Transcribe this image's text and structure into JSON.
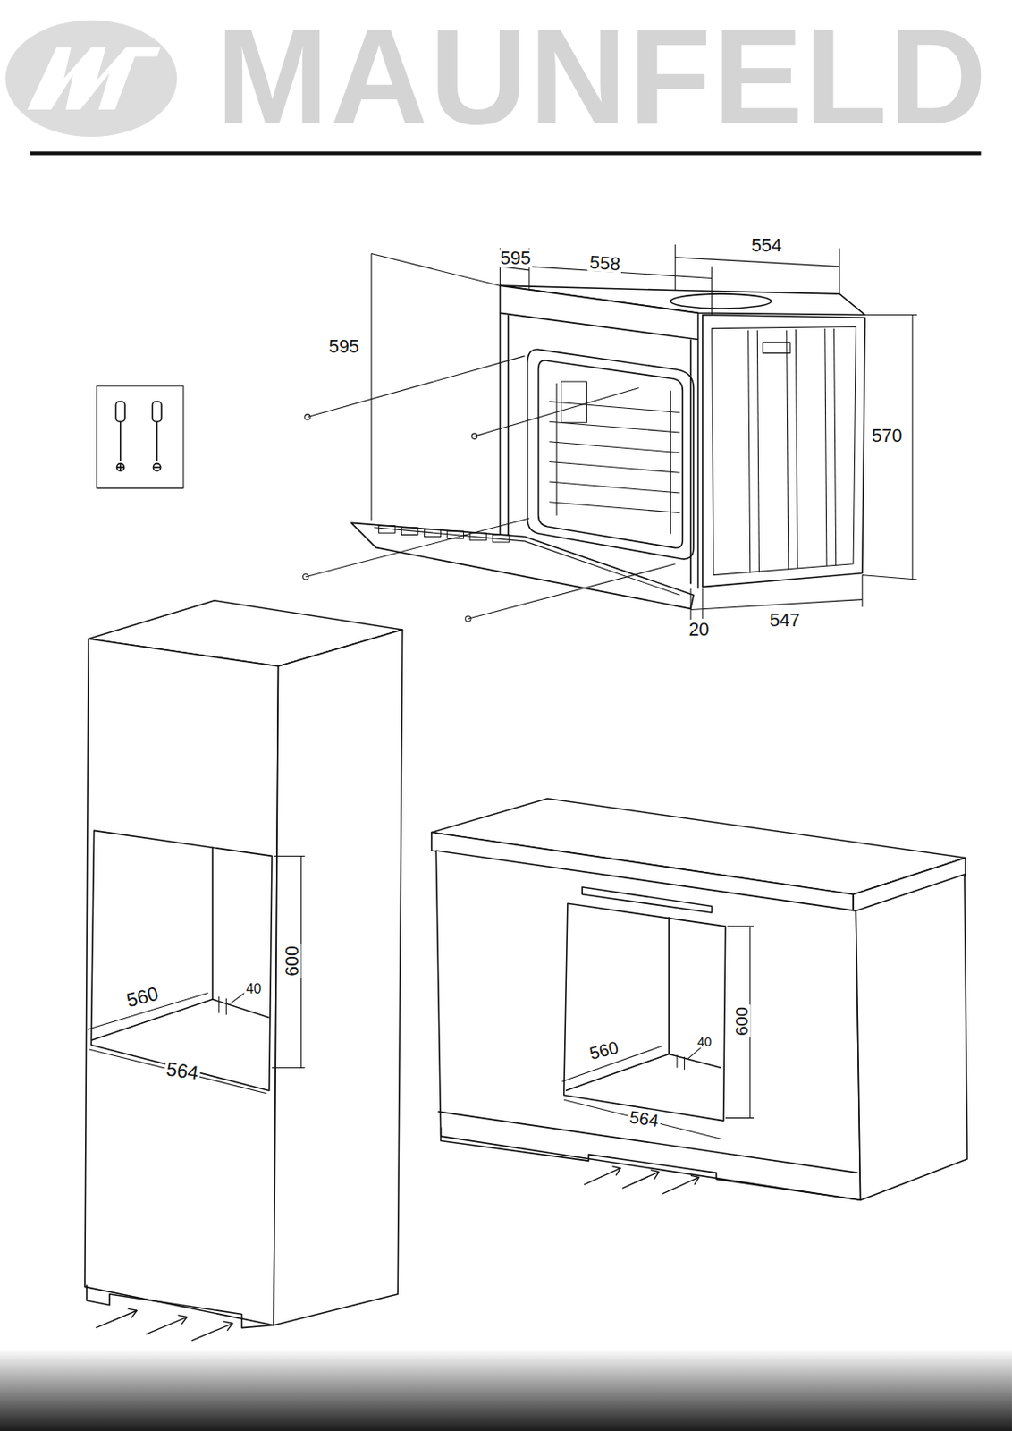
{
  "diagram": {
    "labels": [
      "MAUNFELD",
      "595",
      "558",
      "554",
      "595",
      "570",
      "20",
      "547",
      "560",
      "40",
      "600",
      "564",
      "560",
      "40",
      "600",
      "564"
    ]
  }
}
